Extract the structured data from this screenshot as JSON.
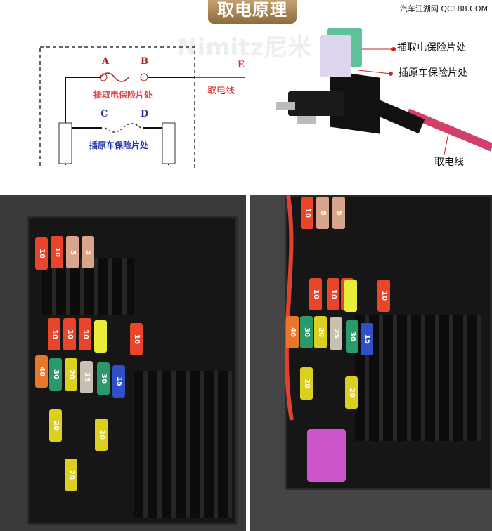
{
  "title": "取电原理",
  "site": "汽车江湖网 QC188.COM",
  "watermark": "Nimitz尼米",
  "diagram": {
    "A": "A",
    "B": "B",
    "C": "C",
    "D": "D",
    "E": "E",
    "add_fuse": "插取电保险片处",
    "orig_fuse": "插原车保险片处",
    "power_wire": "取电线"
  },
  "product": {
    "add_fuse": "插取电保险片处",
    "orig_fuse": "插原车保险片处",
    "power_wire": "取电线"
  },
  "colors": {
    "red": "#d22",
    "blue": "#2233aa",
    "wire": "#d0406a"
  },
  "left_fuses": [
    {
      "v": "10",
      "c": "#e8452a"
    },
    {
      "v": "10",
      "c": "#e8452a"
    },
    {
      "v": "5",
      "c": "#d9a58a"
    },
    {
      "v": "5",
      "c": "#d9a58a"
    },
    {
      "v": "10",
      "c": "#e8452a"
    },
    {
      "v": "10",
      "c": "#e8452a"
    },
    {
      "v": "10",
      "c": "#e8452a"
    },
    {
      "v": "",
      "c": "#e8ee3a"
    },
    {
      "v": "10",
      "c": "#e8452a"
    },
    {
      "v": "40",
      "c": "#e8772a"
    },
    {
      "v": "30",
      "c": "#2a9a6a"
    },
    {
      "v": "20",
      "c": "#dcd01e"
    },
    {
      "v": "25",
      "c": "#c8c0b0"
    },
    {
      "v": "30",
      "c": "#2a9a6a"
    },
    {
      "v": "15",
      "c": "#3050c8"
    },
    {
      "v": "20",
      "c": "#dcd01e"
    },
    {
      "v": "20",
      "c": "#dcd01e"
    },
    {
      "v": "20",
      "c": "#dcd01e"
    }
  ],
  "right_fuses": [
    {
      "v": "10",
      "c": "#e8452a"
    },
    {
      "v": "5",
      "c": "#d9a58a"
    },
    {
      "v": "5",
      "c": "#d9a58a"
    },
    {
      "v": "10",
      "c": "#e8452a"
    },
    {
      "v": "10",
      "c": "#e8452a"
    },
    {
      "v": "10",
      "c": "#e8452a"
    },
    {
      "v": "",
      "c": "#e8ee3a"
    },
    {
      "v": "10",
      "c": "#e8452a"
    },
    {
      "v": "40",
      "c": "#e8772a"
    },
    {
      "v": "30",
      "c": "#2a9a6a"
    },
    {
      "v": "20",
      "c": "#dcd01e"
    },
    {
      "v": "25",
      "c": "#c8c0b0"
    },
    {
      "v": "30",
      "c": "#2a9a6a"
    },
    {
      "v": "15",
      "c": "#3050c8"
    },
    {
      "v": "20",
      "c": "#dcd01e"
    },
    {
      "v": "20",
      "c": "#dcd01e"
    }
  ]
}
